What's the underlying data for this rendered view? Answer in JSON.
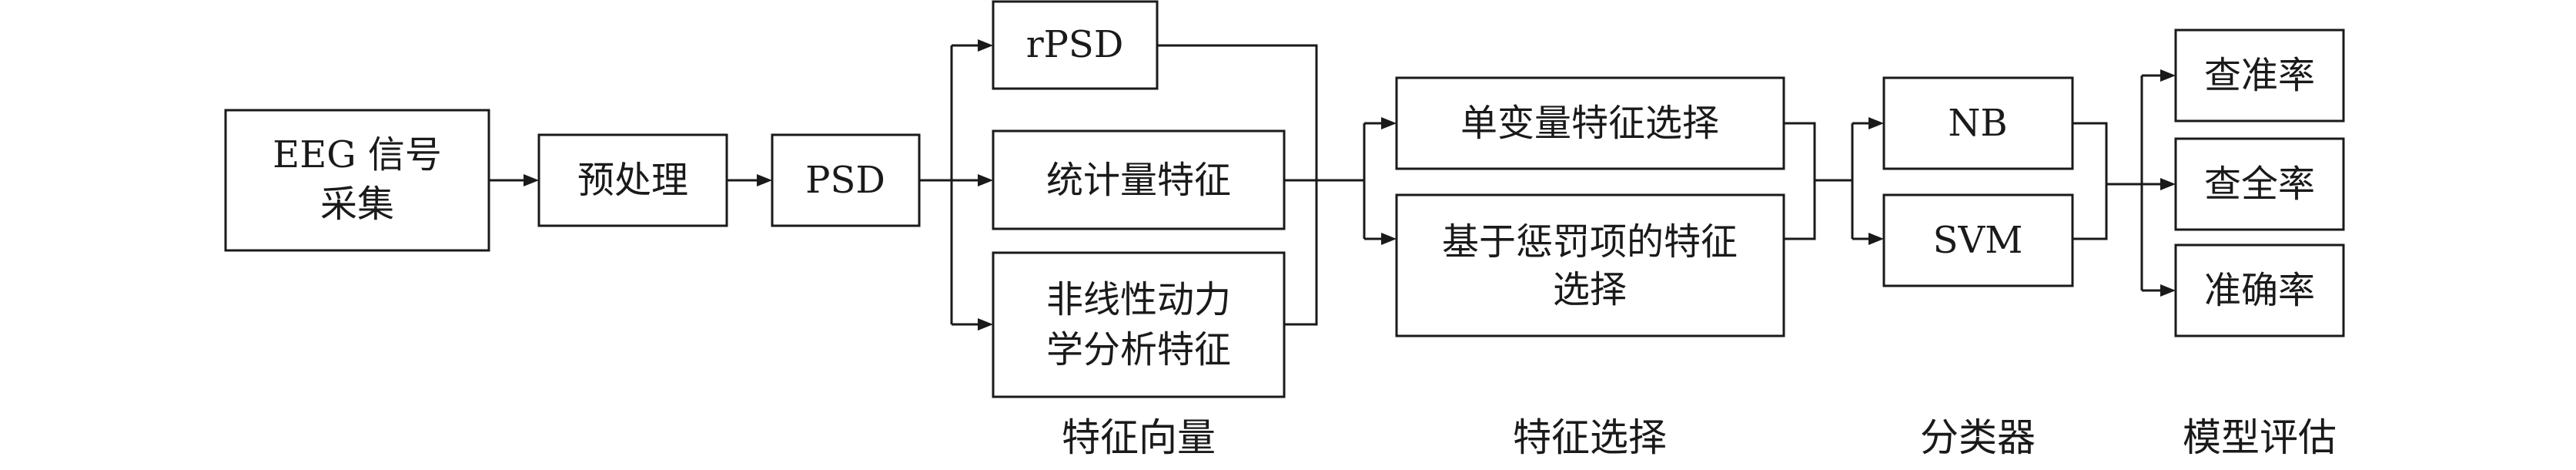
{
  "boxes": {
    "eeg": {
      "line1": "EEG 信号",
      "line2": "采集"
    },
    "preprocess": "预处理",
    "psd": "PSD",
    "rpsd": "rPSD",
    "stat_feature": "统计量特征",
    "nonlinear": {
      "line1": "非线性动力",
      "line2": "学分析特征"
    },
    "univariate_selection": "单变量特征选择",
    "penalty_selection": {
      "line1": "基于惩罚项的特征",
      "line2": "选择"
    },
    "nb": "NB",
    "svm": "SVM",
    "precision": "查准率",
    "recall": "查全率",
    "accuracy": "准确率"
  },
  "captions": {
    "feature_vector": "特征向量",
    "feature_selection": "特征选择",
    "classifier": "分类器",
    "model_evaluation": "模型评估"
  }
}
